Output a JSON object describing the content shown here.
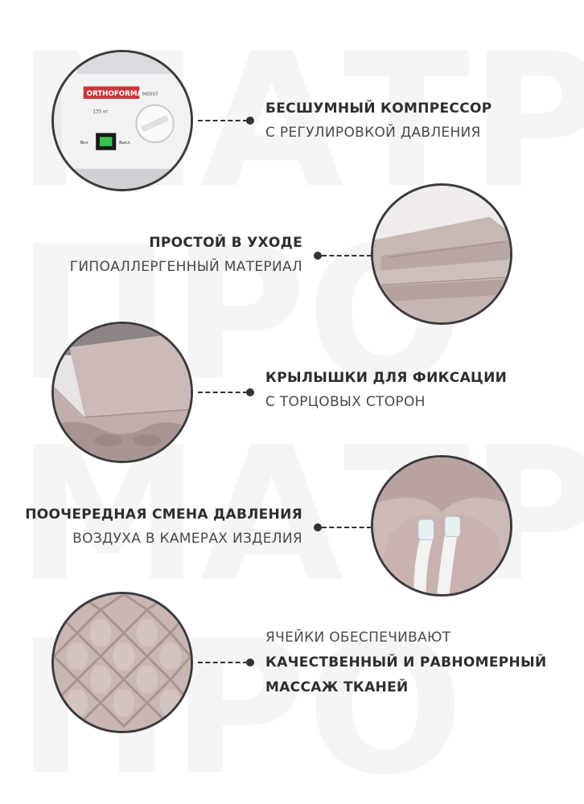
{
  "features": [
    {
      "line1": "БЕСШУМНЫЙ КОМПРЕССОР",
      "line2": "С РЕГУЛИРОВКОЙ ДАВЛЕНИЯ",
      "icon": "compressor-icon"
    },
    {
      "line1": "ПРОСТОЙ В УХОДЕ",
      "line2": "ГИПОАЛЛЕРГЕННЫЙ МАТЕРИАЛ",
      "icon": "folded-fabric-icon"
    },
    {
      "line1": "КРЫЛЫШКИ ДЛЯ ФИКСАЦИИ",
      "line2": "С ТОРЦОВЫХ СТОРОН",
      "icon": "mattress-wing-icon"
    },
    {
      "line1": "ПООЧЕРЕДНАЯ СМЕНА ДАВЛЕНИЯ",
      "line2": "ВОЗДУХА В КАМЕРАХ ИЗДЕЛИЯ",
      "icon": "air-tube-icon"
    },
    {
      "line1": "ЯЧЕЙКИ ОБЕСПЕЧИВАЮТ",
      "line2": "КАЧЕСТВЕННЫЙ И РАВНОМЕРНЫЙ",
      "line3": "МАССАЖ ТКАНЕЙ",
      "icon": "cell-pattern-icon"
    }
  ],
  "device": {
    "brand": "ORTHOFORMA",
    "model": "M0007",
    "weight": "135 кг",
    "switch_on": "Вкл.",
    "switch_off": "Выкл."
  },
  "colors": {
    "accent": "#333333",
    "fabric": "#c9b8b6"
  }
}
